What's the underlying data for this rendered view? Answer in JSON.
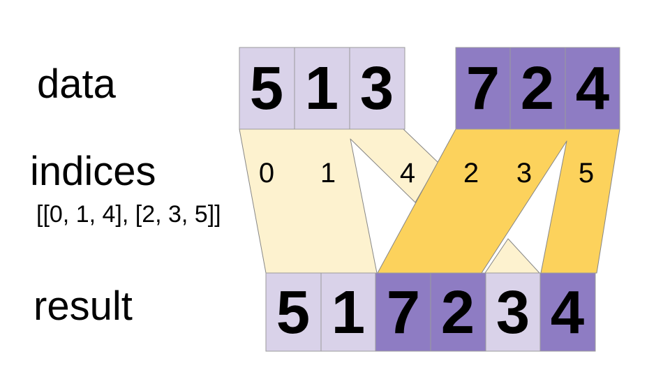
{
  "labels": {
    "data": "data",
    "indices": "indices",
    "indices_value": "[[0, 1, 4], [2, 3, 5]]",
    "result": "result"
  },
  "data_groups": [
    {
      "values": [
        "5",
        "1",
        "3"
      ]
    },
    {
      "values": [
        "7",
        "2",
        "4"
      ]
    }
  ],
  "index_labels": [
    "0",
    "1",
    "4",
    "2",
    "3",
    "5"
  ],
  "result": {
    "values": [
      "5",
      "1",
      "7",
      "2",
      "3",
      "4"
    ]
  },
  "colors": {
    "light_purple": "#d9d2e9",
    "dark_purple": "#8e7cc3",
    "light_yellow": "#fdf2cf",
    "gold": "#fcd25c",
    "text": "#000000",
    "background": "#ffffff"
  }
}
